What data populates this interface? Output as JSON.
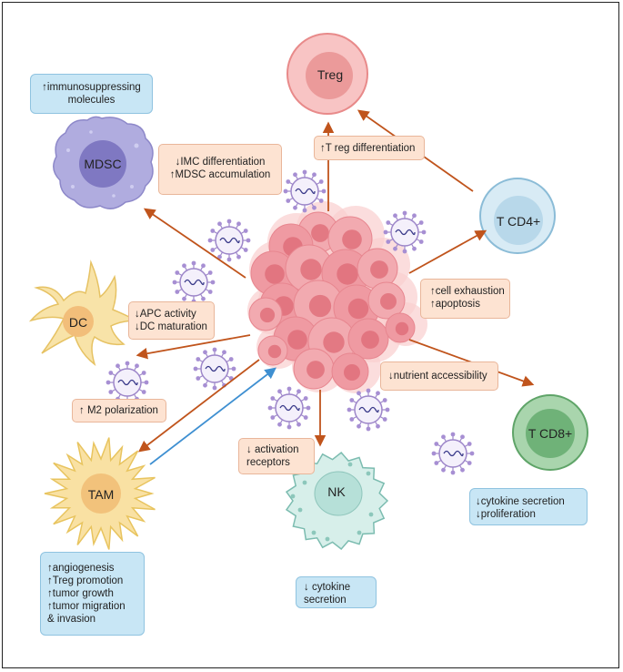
{
  "cells": {
    "treg": "Treg",
    "mdsc": "MDSC",
    "tcd4": "T CD4+",
    "dc": "DC",
    "tcd8": "T CD8+",
    "tam": "TAM",
    "nk": "NK"
  },
  "effects": {
    "imc": "↓IMC differentiation\n↑MDSC accumulation",
    "treg_diff": "↑T reg differentiation",
    "apc": "↓APC activity\n↓DC maturation",
    "exhaustion": "↑cell exhaustion\n↑apoptosis",
    "nutrient": "↓nutrient accessibility",
    "m2": "↑ M2 polarization",
    "activation": "↓ activation\nreceptors"
  },
  "outcomes": {
    "immuno": "↑immunosuppressing\nmolecules",
    "tam": "↑angiogenesis\n↑Treg promotion\n↑tumor growth\n↑tumor migration\n& invasion",
    "nk": "↓ cytokine\nsecretion",
    "cd8": "↓cytokine secretion\n↓proliferation"
  },
  "colors": {
    "arrow": "#c0541c",
    "blue_arrow": "#3e8fd1",
    "pink_box": "#fde3d2",
    "blue_box": "#c8e6f5"
  }
}
